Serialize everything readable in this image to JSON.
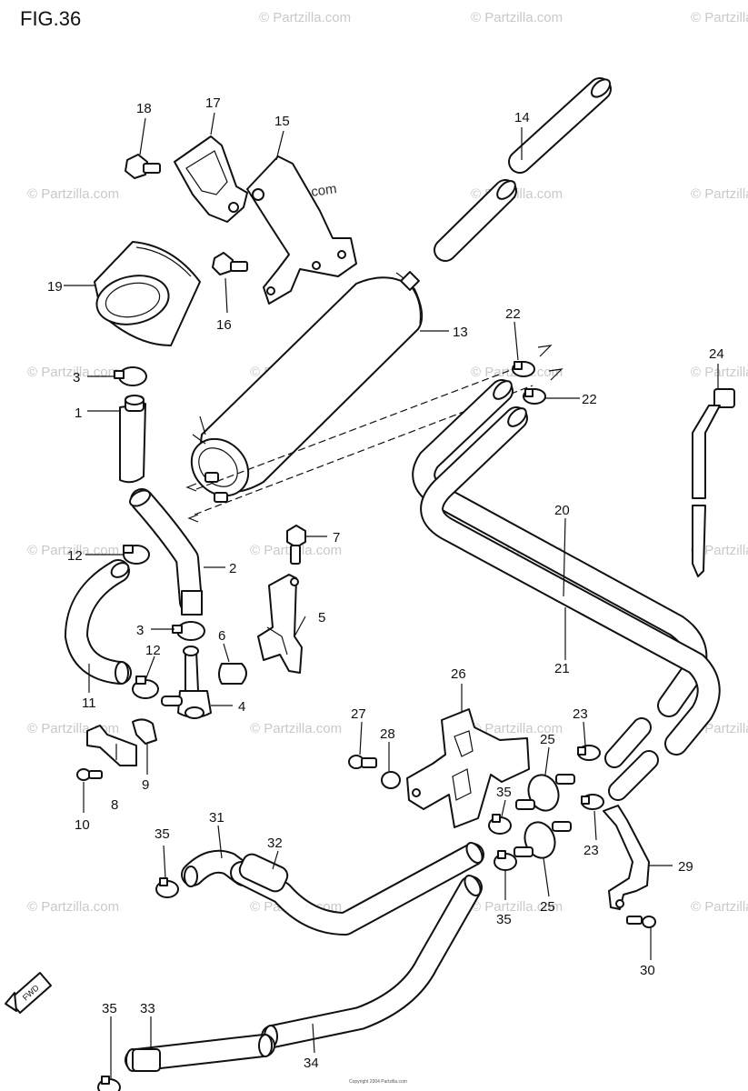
{
  "figure": {
    "title": "FIG.36"
  },
  "watermark": {
    "text": "© Partzilla.com",
    "prominent": "Partzilla.com"
  },
  "fwd_badge": {
    "label": "FWD"
  },
  "callouts": [
    "1",
    "2",
    "3",
    "3",
    "4",
    "5",
    "6",
    "7",
    "8",
    "9",
    "10",
    "11",
    "12",
    "12",
    "13",
    "14",
    "15",
    "16",
    "17",
    "18",
    "19",
    "20",
    "21",
    "22",
    "22",
    "23",
    "23",
    "24",
    "25",
    "25",
    "26",
    "27",
    "28",
    "29",
    "30",
    "31",
    "32",
    "33",
    "34",
    "35",
    "35",
    "35",
    "35"
  ],
  "footer": {
    "copyright": "Copyright 2004 Partzilla.com"
  }
}
